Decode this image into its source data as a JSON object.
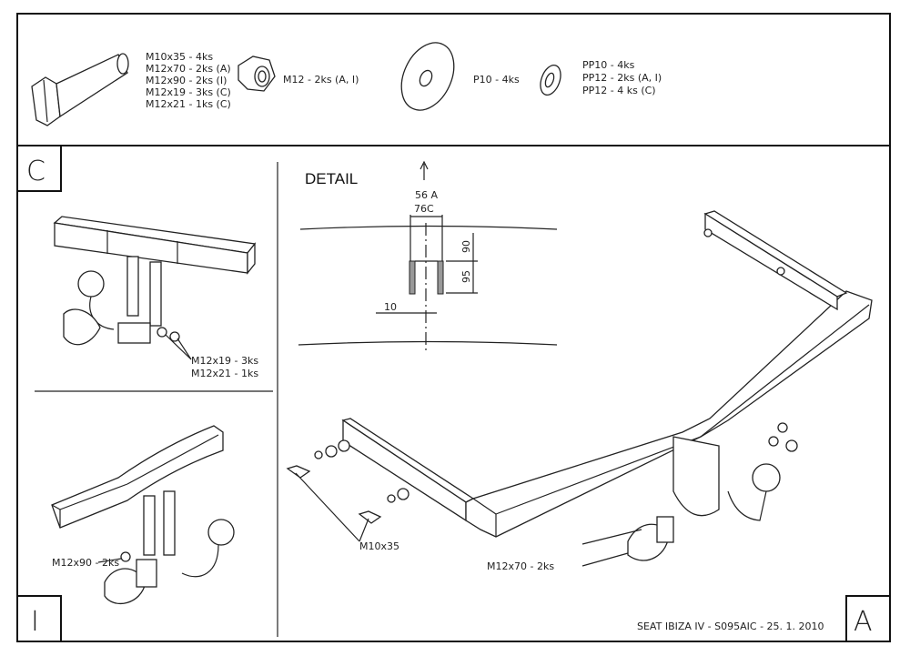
{
  "parts_list": {
    "bolts": [
      "M10x35 - 4ks",
      "M12x70 - 2ks (A)",
      "M12x90 - 2ks (I)",
      "M12x19 - 3ks (C)",
      "M12x21 - 1ks (C)"
    ],
    "nut": "M12 - 2ks (A, I)",
    "washer_large": "P10 - 4ks",
    "washers_small": [
      "PP10 - 4ks",
      "PP12 - 2ks (A, I)",
      "PP12 - 4 ks (C)"
    ]
  },
  "panels": {
    "c": {
      "letter": "C",
      "labels": [
        "M12x19 - 3ks",
        "M12x21 - 1ks"
      ]
    },
    "i": {
      "letter": "I",
      "label": "M12x90 - 2ks"
    },
    "a": {
      "letter": "A",
      "labels": {
        "bolt_side": "M10x35",
        "bolt_hitch": "M12x70 - 2ks"
      }
    }
  },
  "detail": {
    "title": "DETAIL",
    "width_a": "56 A",
    "width_c": "76C",
    "dim_top": "90",
    "dim_bottom": "95",
    "dim_thickness": "10"
  },
  "footer": "SEAT IBIZA IV - S095AIC - 25. 1. 2010"
}
